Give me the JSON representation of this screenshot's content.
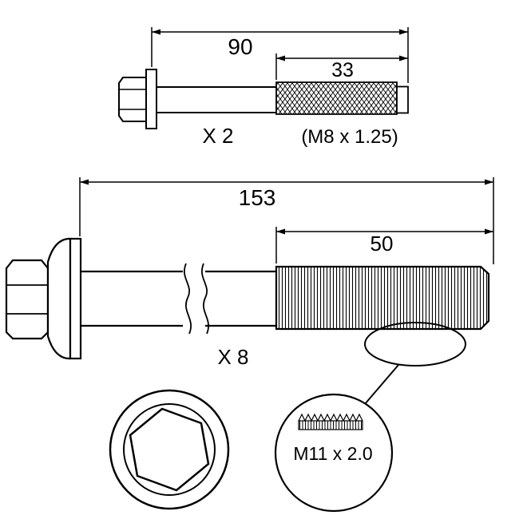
{
  "canvas": {
    "background": "#ffffff",
    "line_color": "#000000"
  },
  "small_bolt": {
    "overall_length_label": "90",
    "thread_length_label": "33",
    "quantity_label": "X 2",
    "thread_spec_label": "(M8 x 1.25)"
  },
  "large_bolt": {
    "overall_length_label": "153",
    "thread_length_label": "50",
    "quantity_label": "X 8",
    "thread_detail_label": "M11 x 2.0"
  }
}
